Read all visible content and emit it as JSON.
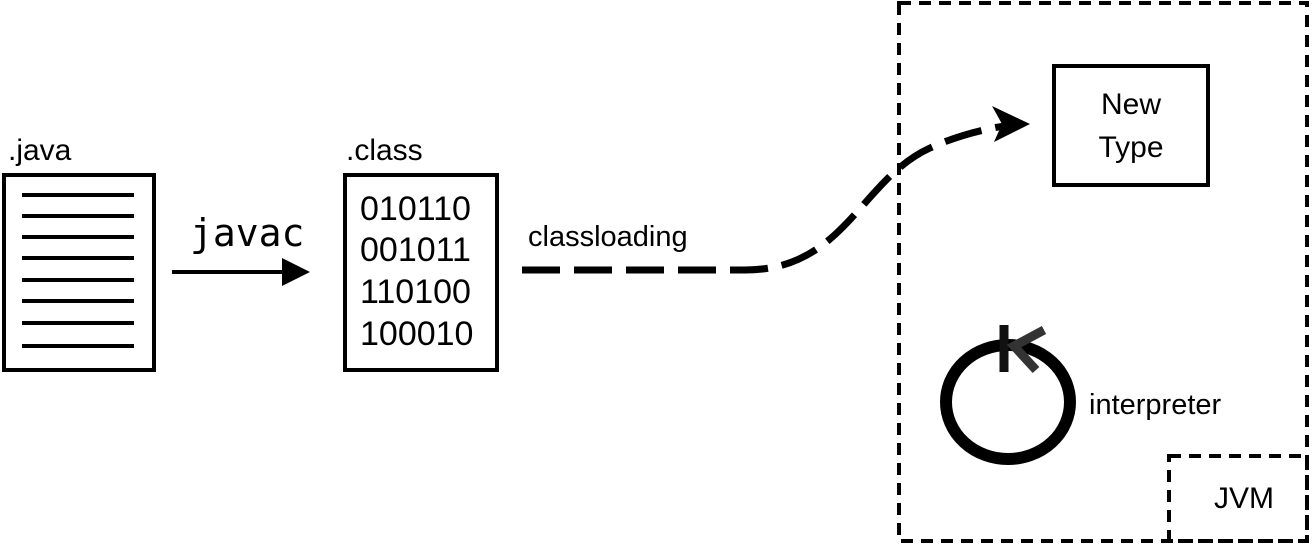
{
  "source_file": {
    "label": ".java"
  },
  "compiler": {
    "label": "javac"
  },
  "class_file": {
    "label": ".class",
    "bits": [
      "010110",
      "001011",
      "110100",
      "100010"
    ]
  },
  "loading": {
    "label": "classloading"
  },
  "jvm": {
    "label": "JVM",
    "new_type": {
      "line1": "New",
      "line2": "Type"
    },
    "interpreter": {
      "label": "interpreter"
    }
  }
}
